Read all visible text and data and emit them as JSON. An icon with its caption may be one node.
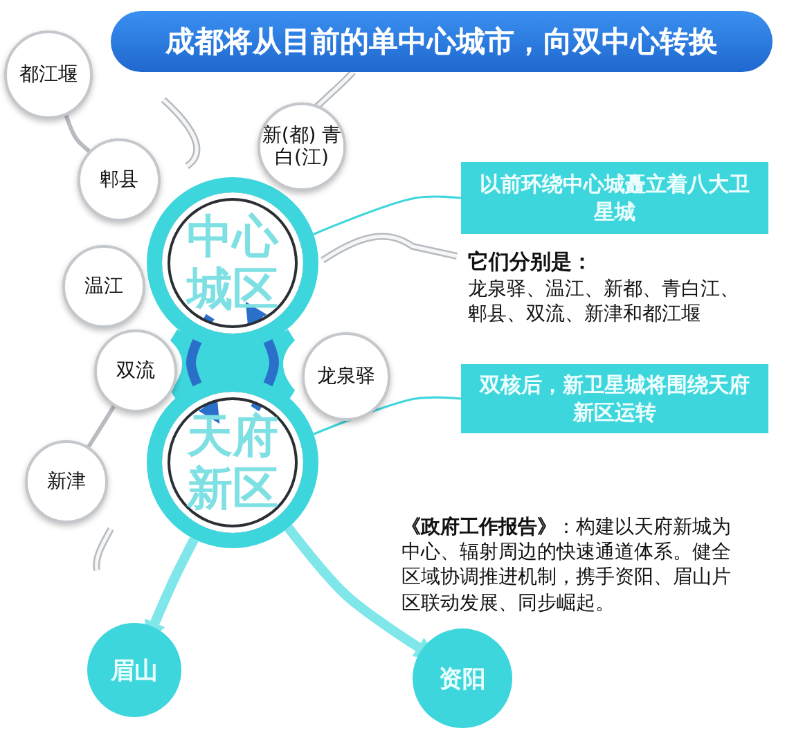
{
  "diagram": {
    "title": "成都将从目前的单中心城市，向双中心转换",
    "nodes": [
      {
        "text": [
          "中心城区"
        ]
      },
      {
        "text": [
          "天府新区"
        ]
      },
      {
        "text": [
          "都江堰"
        ]
      },
      {
        "text": [
          "郫县"
        ]
      },
      {
        "text": [
          "新(都) 青白(江)"
        ]
      },
      {
        "text": [
          "温江"
        ]
      },
      {
        "text": [
          "双流"
        ]
      },
      {
        "text": [
          "龙泉驿"
        ]
      },
      {
        "text": [
          "新津"
        ]
      },
      {
        "text": [
          "眉山"
        ]
      },
      {
        "text": [
          "资阳"
        ]
      },
      {
        "text": [
          "以前环绕中心城矗立着八大卫星城"
        ],
        "beside": [
          "它们分别是：",
          "龙泉驿、温江、新都、青白江、郫县、双流、新津和都江堰"
        ]
      },
      {
        "text": [
          "双核后，新卫星城将围绕天府新区运转"
        ]
      }
    ],
    "edges": [
      {
        "from": 0,
        "to": 1,
        "arrow": "to",
        "style": "thick",
        "color": "#2a6fc9"
      },
      {
        "from": 1,
        "to": 0,
        "arrow": "to",
        "style": "thick",
        "color": "#2a6fc9"
      },
      {
        "from": 1,
        "to": 9,
        "arrow": "to",
        "style": "thick",
        "color": "#7fe6ea"
      },
      {
        "from": 1,
        "to": 10,
        "arrow": "to",
        "style": "thick",
        "color": "#7fe6ea"
      },
      {
        "from": 0,
        "to": 11,
        "arrow": "none",
        "color": "#3dd6dc"
      },
      {
        "from": 1,
        "to": 12,
        "arrow": "none",
        "color": "#3dd6dc"
      },
      {
        "from": 2,
        "to": 3,
        "arrow": "none",
        "color": "#b8bcc0"
      },
      {
        "from": 6,
        "to": 8,
        "arrow": "none",
        "color": "#b8bcc0"
      }
    ],
    "labels": [
      "**《政府工作报告》**：构建以天府新城为中心、辐射周边的快速通道体系。健全区域协调推进机制，携手资阳、眉山片区联动发展、同步崛起。"
    ]
  }
}
